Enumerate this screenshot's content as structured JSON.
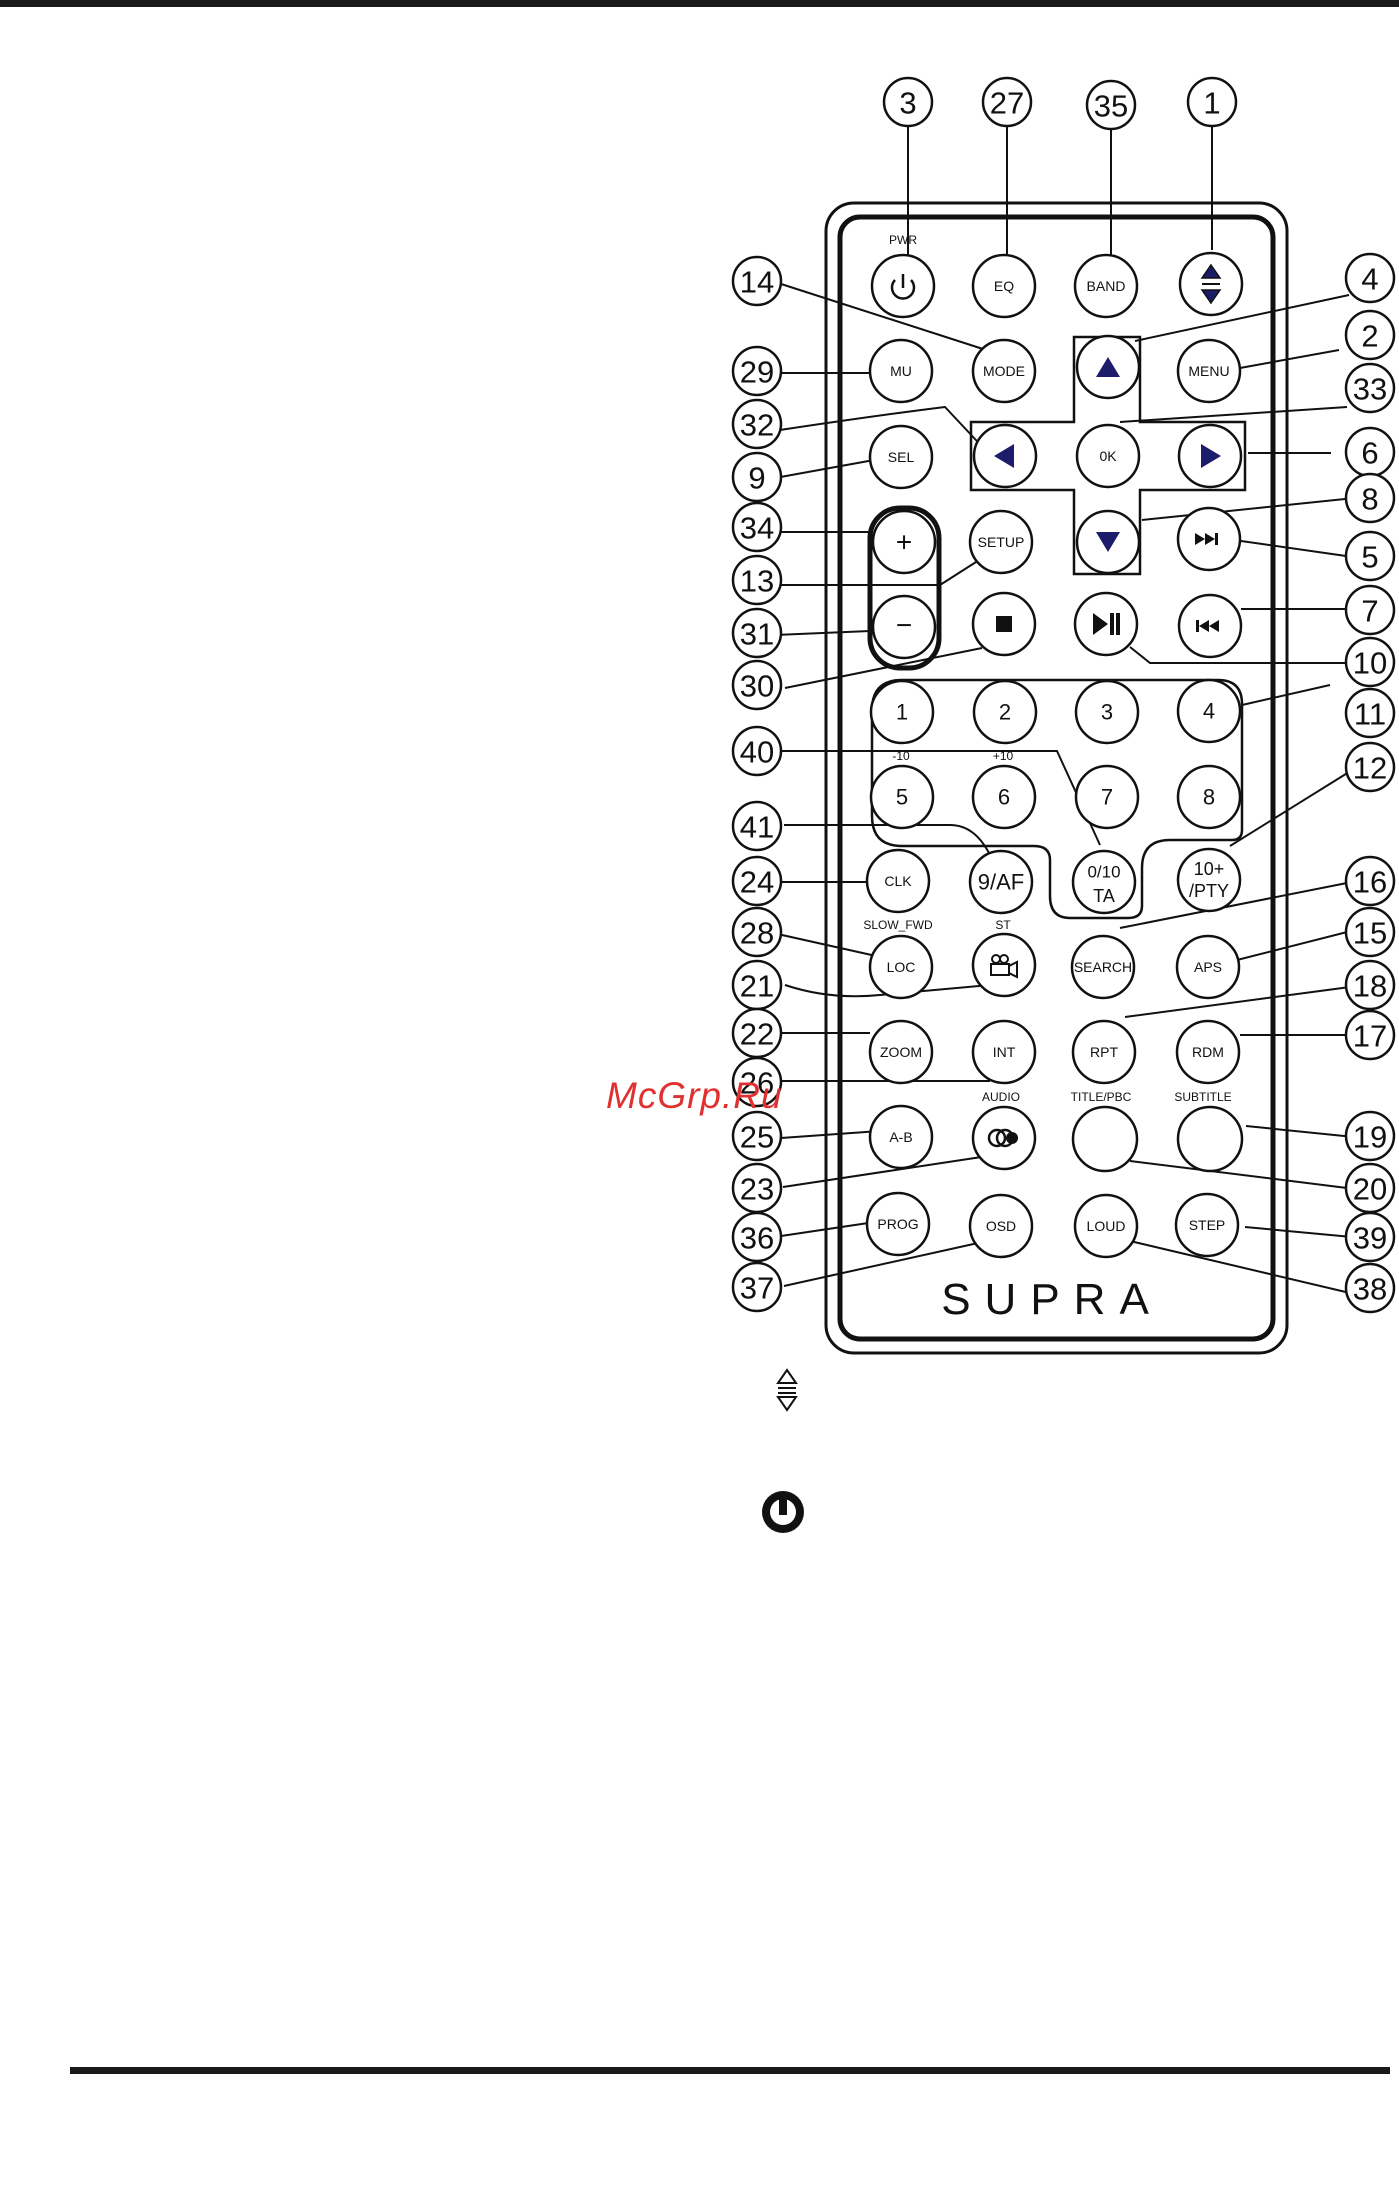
{
  "brand": "SUPRA",
  "watermark": "McGrp.Ru",
  "labels": {
    "pwr": "PWR",
    "slow_fwd": "SLOW_FWD",
    "st": "ST",
    "audio": "AUDIO",
    "title_pbc": "TITLE/PBC",
    "subtitle": "SUBTITLE",
    "minus10": "-10",
    "plus10": "+10"
  },
  "buttons": {
    "eq": "EQ",
    "band": "BAND",
    "mode": "MODE",
    "menu": "MENU",
    "mu": "MU",
    "ok": "0K",
    "sel": "SEL",
    "setup": "SETUP",
    "n1": "1",
    "n2": "2",
    "n3": "3",
    "n4": "4",
    "n5": "5",
    "n6": "6",
    "n7": "7",
    "n8": "8",
    "af": "9/AF",
    "ta_top": "0/10",
    "ta_bottom": "TA",
    "pty_top": "10+",
    "pty_bottom": "/PTY",
    "clk": "CLK",
    "loc": "LOC",
    "search": "SEARCH",
    "aps": "APS",
    "zoom": "ZOOM",
    "int": "INT",
    "rpt": "RPT",
    "rdm": "RDM",
    "ab": "A-B",
    "prog": "PROG",
    "osd": "OSD",
    "loud": "LOUD",
    "step": "STEP",
    "plus": "+",
    "minus": "−"
  },
  "callouts": [
    "3",
    "27",
    "35",
    "1",
    "14",
    "4",
    "2",
    "29",
    "33",
    "32",
    "6",
    "9",
    "8",
    "34",
    "5",
    "13",
    "7",
    "31",
    "10",
    "30",
    "11",
    "40",
    "12",
    "41",
    "24",
    "16",
    "28",
    "15",
    "21",
    "18",
    "22",
    "17",
    "26",
    "25",
    "19",
    "23",
    "20",
    "36",
    "39",
    "37",
    "38"
  ]
}
